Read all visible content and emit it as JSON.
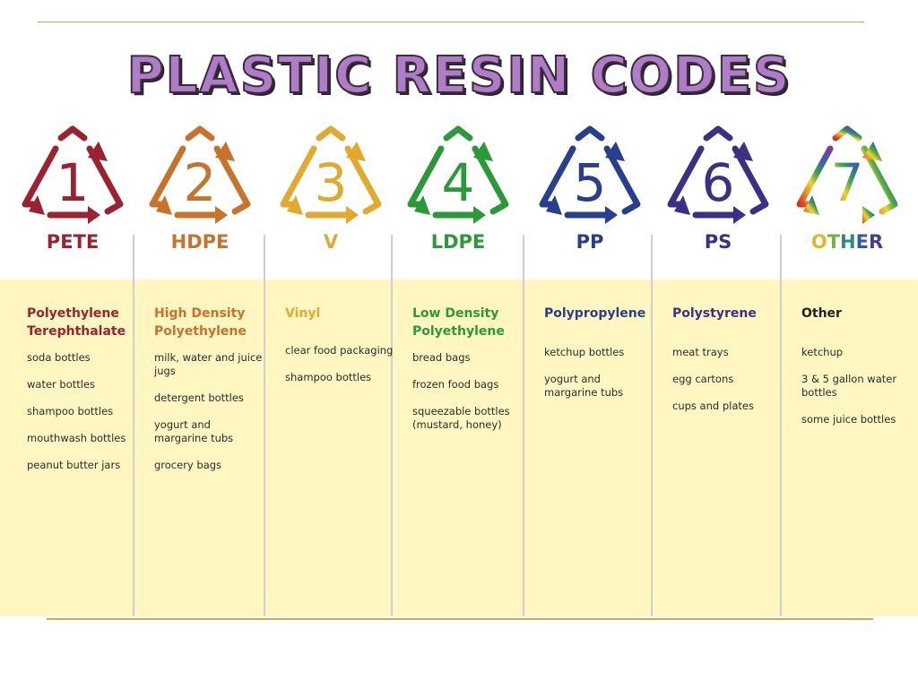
{
  "title": "PLASTIC RESIN CODES",
  "colors": {
    "c1": "#9b2230",
    "c2": "#c9722a",
    "c3": "#e3a92c",
    "c4": "#2a9a39",
    "c5": "#283e8f",
    "c6": "#3e2f86",
    "c7": "#222222"
  },
  "codes": [
    {
      "num": "1",
      "abbr": "PETE",
      "name": "Polyethylene Terephthalate",
      "uses": [
        "soda bottles",
        "water bottles",
        "shampoo bottles",
        "mouthwash bottles",
        "peanut butter jars"
      ]
    },
    {
      "num": "2",
      "abbr": "HDPE",
      "name": "High Density Polyethylene",
      "uses": [
        "milk, water and juice jugs",
        "detergent bottles",
        "yogurt and margarine tubs",
        "grocery bags"
      ]
    },
    {
      "num": "3",
      "abbr": "V",
      "name": "Vinyl",
      "uses": [
        "clear food packaging",
        "shampoo bottles"
      ]
    },
    {
      "num": "4",
      "abbr": "LDPE",
      "name": "Low Density Polyethylene",
      "uses": [
        "bread bags",
        "frozen food bags",
        "squeezable bottles (mustard, honey)"
      ]
    },
    {
      "num": "5",
      "abbr": "PP",
      "name": "Polypropylene",
      "uses": [
        "ketchup bottles",
        "yogurt and margarine tubs"
      ]
    },
    {
      "num": "6",
      "abbr": "PS",
      "name": "Polystyrene",
      "uses": [
        "meat trays",
        "egg cartons",
        "cups and plates"
      ]
    },
    {
      "num": "7",
      "abbr": "OTHER",
      "name": "Other",
      "uses": [
        "ketchup",
        "3 & 5 gallon water bottles",
        "some juice bottles"
      ]
    }
  ]
}
